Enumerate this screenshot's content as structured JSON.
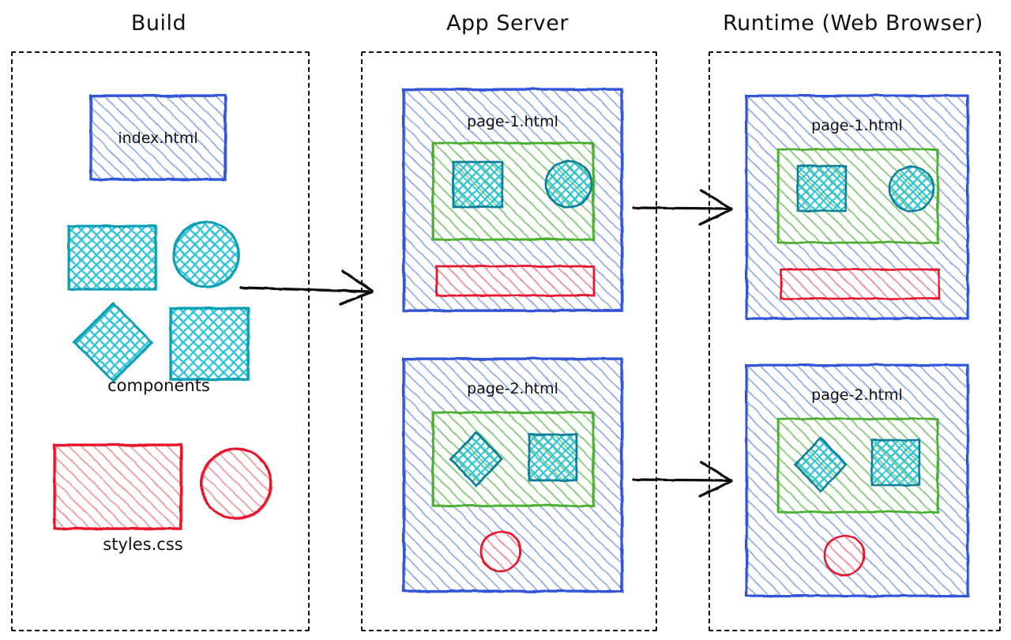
{
  "diagram": {
    "title_columns": [
      {
        "id": "build",
        "label": "Build"
      },
      {
        "id": "server",
        "label": "App Server"
      },
      {
        "id": "runtime",
        "label": "Runtime (Web Browser)"
      }
    ],
    "palette": {
      "blue_stroke": "#3355d8",
      "blue_hatch": "#93a9ec",
      "cyan_stroke": "#0f9fb4",
      "cyan_hatch": "#2dc4d8",
      "red_stroke": "#e8192c",
      "red_hatch": "#f4949e",
      "green_stroke": "#4caf2e",
      "green_hatch": "#8fd07a",
      "ink": "#111111"
    },
    "build_column": {
      "index_file": {
        "label": "index.html",
        "shape": "rectangle",
        "color": "blue"
      },
      "components_group": {
        "label": "components",
        "shapes": [
          {
            "shape": "rectangle",
            "color": "cyan"
          },
          {
            "shape": "circle",
            "color": "cyan"
          },
          {
            "shape": "diamond",
            "color": "cyan"
          },
          {
            "shape": "square",
            "color": "cyan"
          }
        ]
      },
      "styles_group": {
        "label": "styles.css",
        "shapes": [
          {
            "shape": "rectangle",
            "color": "red"
          },
          {
            "shape": "circle",
            "color": "red"
          }
        ]
      }
    },
    "server_column": {
      "pages": [
        {
          "label": "page-1.html",
          "container_color": "blue",
          "section_color": "green",
          "section_shapes": [
            {
              "shape": "square",
              "color": "cyan"
            },
            {
              "shape": "circle",
              "color": "cyan"
            }
          ],
          "footer_shapes": [
            {
              "shape": "bar",
              "color": "red"
            }
          ]
        },
        {
          "label": "page-2.html",
          "container_color": "blue",
          "section_color": "green",
          "section_shapes": [
            {
              "shape": "diamond",
              "color": "cyan"
            },
            {
              "shape": "square",
              "color": "cyan"
            }
          ],
          "footer_shapes": [
            {
              "shape": "circle",
              "color": "red"
            }
          ]
        }
      ]
    },
    "runtime_column": {
      "pages": [
        {
          "label": "page-1.html",
          "container_color": "blue",
          "section_color": "green",
          "section_shapes": [
            {
              "shape": "square",
              "color": "cyan"
            },
            {
              "shape": "circle",
              "color": "cyan"
            }
          ],
          "footer_shapes": [
            {
              "shape": "bar",
              "color": "red"
            }
          ]
        },
        {
          "label": "page-2.html",
          "container_color": "blue",
          "section_color": "green",
          "section_shapes": [
            {
              "shape": "diamond",
              "color": "cyan"
            },
            {
              "shape": "square",
              "color": "cyan"
            }
          ],
          "footer_shapes": [
            {
              "shape": "circle",
              "color": "red"
            }
          ]
        }
      ]
    },
    "arrows": [
      {
        "id": "build-to-server",
        "from": "build",
        "to": "server"
      },
      {
        "id": "server-to-runtime-p1",
        "from": "server",
        "to": "runtime"
      },
      {
        "id": "server-to-runtime-p2",
        "from": "server",
        "to": "runtime"
      }
    ]
  }
}
